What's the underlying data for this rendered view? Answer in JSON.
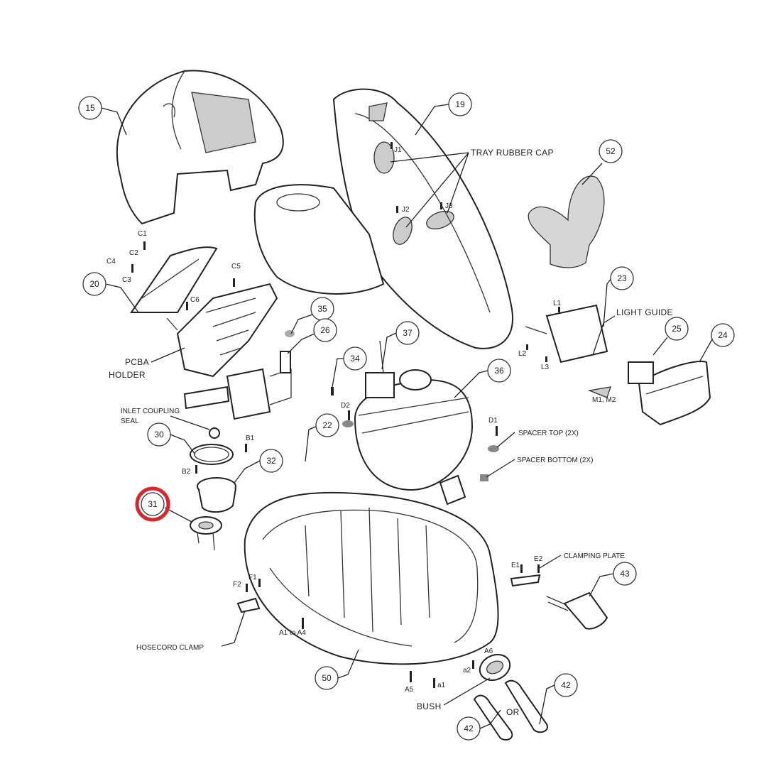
{
  "highlight_color": "#d9262c",
  "callouts": {
    "c15": "15",
    "c19": "19",
    "c52": "52",
    "c20": "20",
    "c35": "35",
    "c26": "26",
    "c37": "37",
    "c34": "34",
    "c36": "36",
    "c23": "23",
    "c25": "25",
    "c24": "24",
    "c22": "22",
    "c30": "30",
    "c32": "32",
    "c31": "31",
    "c43": "43",
    "c50": "50",
    "c42a": "42",
    "c42b": "42"
  },
  "labels": {
    "tray_rubber_cap": "TRAY RUBBER CAP",
    "j1": "J1",
    "j2": "J2",
    "j3": "J3",
    "c1": "C1",
    "c2": "C2",
    "c3": "C3",
    "c4": "C4",
    "c5": "C5",
    "c6": "C6",
    "l1": "L1",
    "l2": "L2",
    "l3": "L3",
    "light_guide": "LIGHT GUIDE",
    "m1m2": "M1, M2",
    "pcba_holder_1": "PCBA",
    "pcba_holder_2": "HOLDER",
    "inlet_1": "INLET COUPLING",
    "inlet_2": "SEAL",
    "d1": "D1",
    "d2": "D2",
    "spacer_top": "SPACER TOP (2X)",
    "spacer_bottom": "SPACER BOTTOM (2X)",
    "b1": "B1",
    "b2": "B2",
    "e1": "E1",
    "e2": "E2",
    "clamping_plate": "CLAMPING PLATE",
    "f1": "F1",
    "f2": "F2",
    "hosecord_clamp": "HOSECORD CLAMP",
    "a1_a4": "A1 to A4",
    "a5": "A5",
    "a1": "a1",
    "a2": "a2",
    "a6": "A6",
    "bush": "BUSH",
    "or": "OR"
  }
}
